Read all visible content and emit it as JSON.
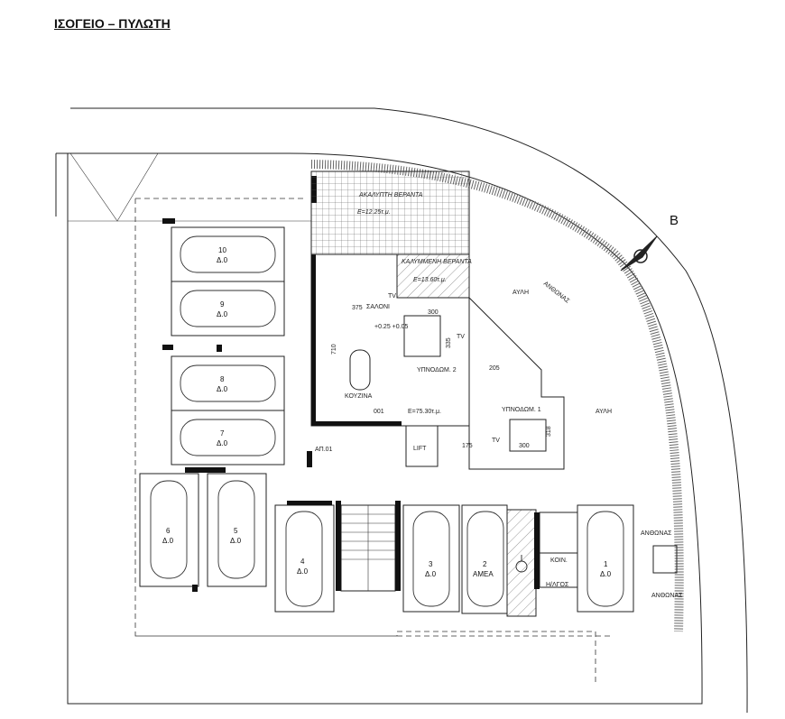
{
  "title": "ΙΣΟΓΕΙΟ – ΠΥΛΩΤΗ",
  "north_label": "B",
  "street_label": "ΑΝΘΩΝΑΣ",
  "rooms": {
    "uncovered_veranda": "ΑΚΑΛΥΠΤΗ ΒΕΡΑΝΤΑ",
    "uncovered_veranda_area": "Ε=12.25τ.μ.",
    "covered_veranda": "ΚΑΛΥΜΜΕΝΗ ΒΕΡΑΝΤΑ",
    "covered_veranda_area": "Ε=13.60τ.μ.",
    "living_room": "ΣΑΛΟΝΙ",
    "kitchen": "ΚΟΥΖΙΝΑ",
    "bedroom_2": "ΥΠΝΟΔΩΜ. 2",
    "bedroom_1": "ΥΠΝΟΔΩΜ. 1",
    "yard_1": "ΑΥΛΗ",
    "yard_2": "ΑΥΛΗ",
    "lift": "LIFT",
    "storage": "ΑΠ.01",
    "apartment_area": "Ε=75.30τ.μ.",
    "apartment_no": "001",
    "common": "ΚΟΙΝ.",
    "meters": "Η/ΛΓΟΣ",
    "level": "+0.25\n+0.05"
  },
  "dims": {
    "d375": "375",
    "d710": "710",
    "d300a": "300",
    "d335": "335",
    "d205": "205",
    "d300b": "300",
    "d175": "175",
    "d318": "318"
  },
  "tv_label": "TV",
  "parking": [
    {
      "num": "10",
      "lvl": "Δ.0"
    },
    {
      "num": "9",
      "lvl": "Δ.0"
    },
    {
      "num": "8",
      "lvl": "Δ.0"
    },
    {
      "num": "7",
      "lvl": "Δ.0"
    },
    {
      "num": "6",
      "lvl": "Δ.0"
    },
    {
      "num": "5",
      "lvl": "Δ.0"
    },
    {
      "num": "4",
      "lvl": "Δ.0"
    },
    {
      "num": "3",
      "lvl": "Δ.0"
    },
    {
      "num": "2",
      "lvl": "ΑΜΕΑ"
    },
    {
      "num": "1",
      "lvl": "Δ.0"
    }
  ]
}
